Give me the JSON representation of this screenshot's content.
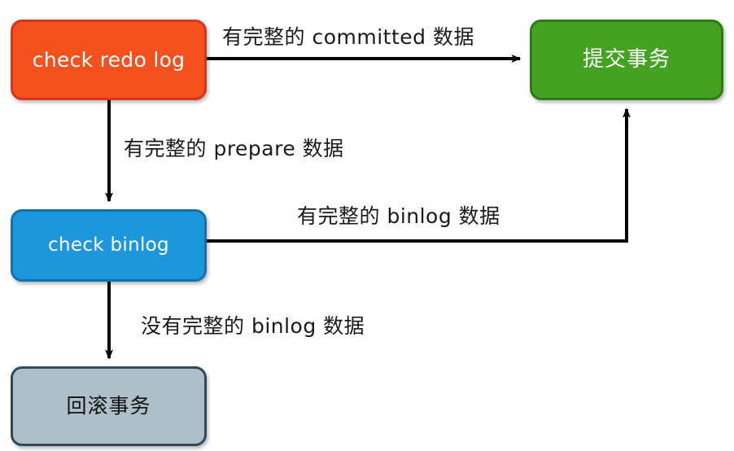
{
  "diagram": {
    "title": "MySQL crash recovery decision flow",
    "background": "#ffffff",
    "nodes": [
      {
        "id": "check-redo-log",
        "label": "check redo log",
        "fill": "#f4511e",
        "stroke": "#d8341a",
        "text_color": "#ffffff",
        "shape": "rounded-rectangle"
      },
      {
        "id": "check-binlog",
        "label": "check binlog",
        "fill": "#1e96db",
        "stroke": "#1272b0",
        "text_color": "#ffffff",
        "shape": "rounded-rectangle"
      },
      {
        "id": "commit-transaction",
        "label": "提交事务",
        "fill": "#44a122",
        "stroke": "#2f7a12",
        "text_color": "#ffffff",
        "shape": "rounded-rectangle"
      },
      {
        "id": "rollback-transaction",
        "label": "回滚事务",
        "fill": "#aebfc9",
        "stroke": "#2e4a5c",
        "text_color": "#111111",
        "shape": "rounded-rectangle"
      }
    ],
    "edges": [
      {
        "id": "redo-to-commit",
        "from": "check-redo-log",
        "to": "commit-transaction",
        "label": "有完整的 committed 数据",
        "color": "#000000"
      },
      {
        "id": "redo-to-binlog",
        "from": "check-redo-log",
        "to": "check-binlog",
        "label": "有完整的 prepare 数据",
        "color": "#000000"
      },
      {
        "id": "binlog-to-commit",
        "from": "check-binlog",
        "to": "commit-transaction",
        "label": "有完整的 binlog 数据",
        "color": "#000000"
      },
      {
        "id": "binlog-to-rollback",
        "from": "check-binlog",
        "to": "rollback-transaction",
        "label": "没有完整的 binlog 数据",
        "color": "#000000"
      }
    ]
  }
}
